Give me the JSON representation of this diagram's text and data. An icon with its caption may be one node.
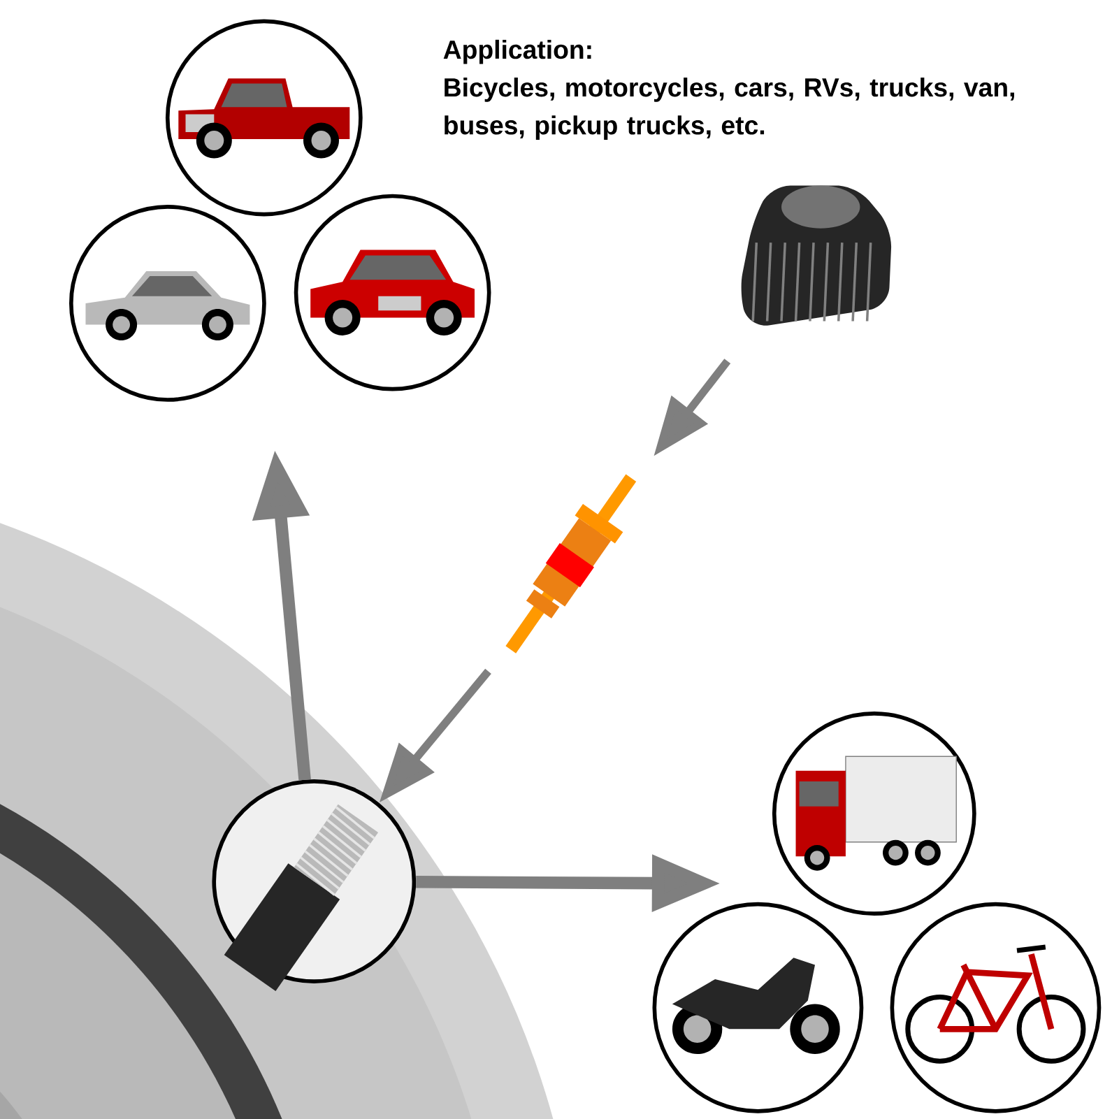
{
  "diagram": {
    "nodes": [
      {
        "text": [],
        "shape": "picture"
      },
      {
        "text": [],
        "shape": "picture"
      },
      {
        "text": [],
        "shape": "picture"
      },
      {
        "text": [],
        "shape": "picture"
      },
      {
        "text": [],
        "shape": "picture"
      },
      {
        "text": [],
        "shape": "picture"
      },
      {
        "text": [],
        "shape": "picture"
      },
      {
        "text": [],
        "shape": "picture"
      },
      {
        "text": [],
        "shape": "picture"
      }
    ],
    "edges": [
      {
        "from": 3,
        "to": 4,
        "arrow": "to"
      },
      {
        "from": 4,
        "to": 5,
        "arrow": "to"
      },
      {
        "from": 5,
        "to": null,
        "arrow": "to"
      },
      {
        "from": 5,
        "to": null,
        "arrow": "to"
      }
    ],
    "labels": [
      "Application:",
      "Bicycles, motorcycles, cars, RVs, trucks, van, buses, pickup trucks, etc."
    ]
  }
}
